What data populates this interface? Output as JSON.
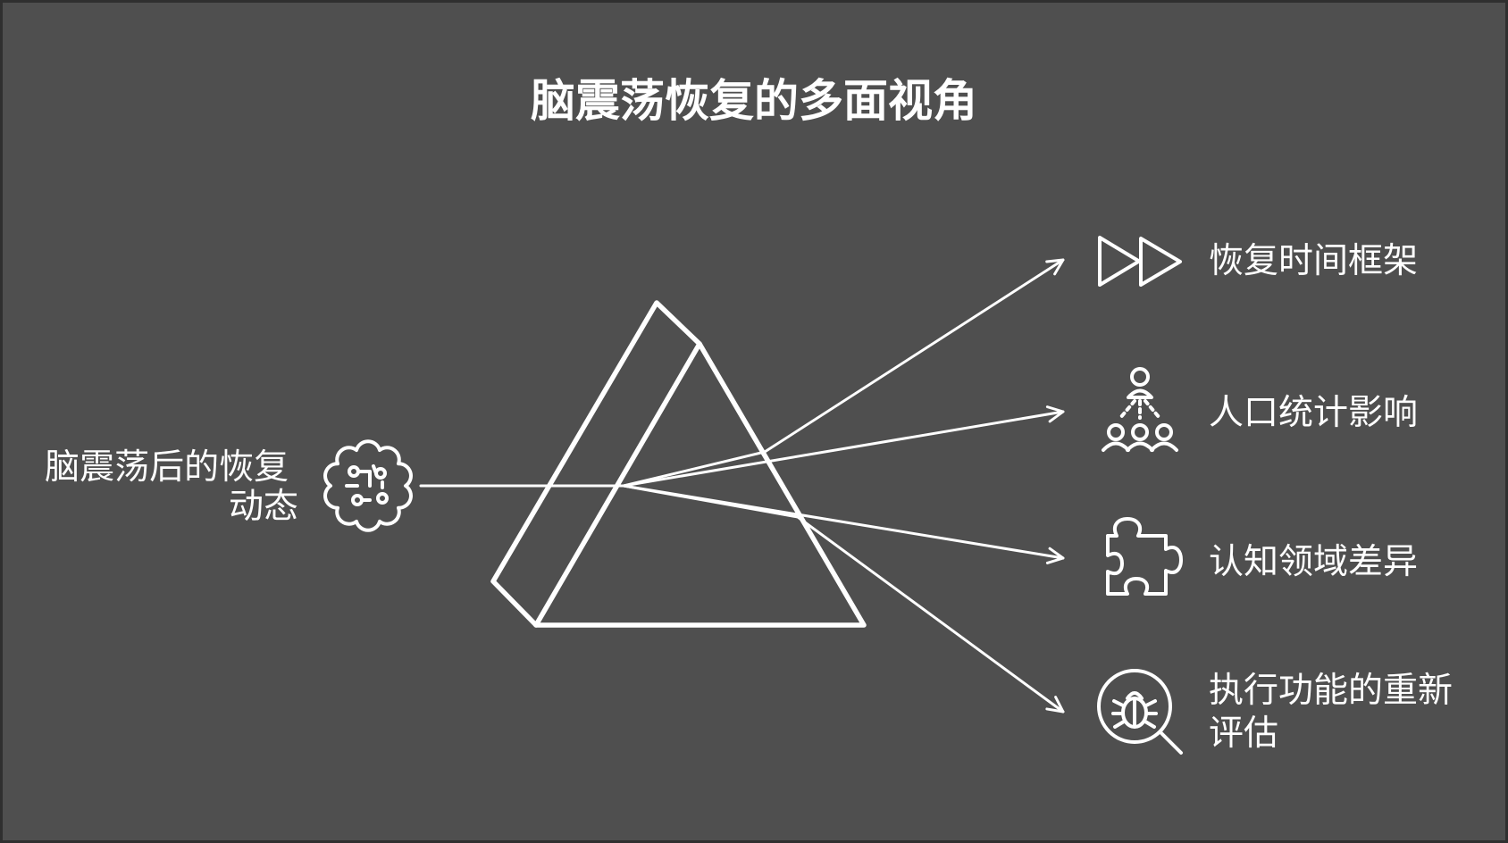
{
  "title": "脑震荡恢复的多面视角",
  "source": {
    "label_lines": [
      "脑震荡后的恢复",
      "动态"
    ],
    "icon": "brain-icon"
  },
  "prism": {
    "icon": "prism"
  },
  "outputs": [
    {
      "label_lines": [
        "恢复时间框架"
      ],
      "icon": "fast-forward-icon"
    },
    {
      "label_lines": [
        "人口统计影响"
      ],
      "icon": "people-hierarchy-icon"
    },
    {
      "label_lines": [
        "认知领域差异"
      ],
      "icon": "puzzle-piece-icon"
    },
    {
      "label_lines": [
        "执行功能的重新",
        "评估"
      ],
      "icon": "bug-search-icon"
    }
  ],
  "colors": {
    "background": "#4f4f4f",
    "border": "#2f2f2f",
    "stroke": "#ffffff",
    "text": "#ffffff"
  }
}
